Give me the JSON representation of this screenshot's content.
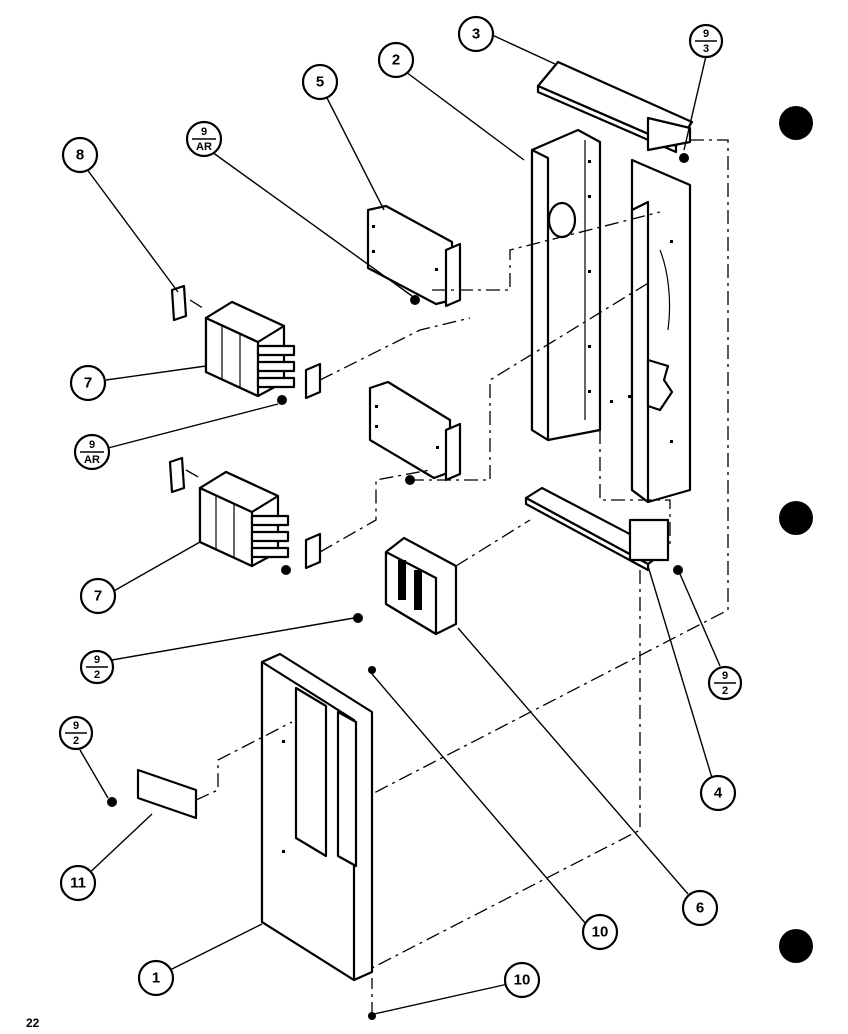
{
  "page_number": "22",
  "callouts": {
    "c1": "1",
    "c2": "2",
    "c3": "3",
    "c4": "4",
    "c5": "5",
    "c6": "6",
    "c7a": "7",
    "c7b": "7",
    "c8": "8",
    "c10a": "10",
    "c10b": "10",
    "c11": "11"
  },
  "fraction_callouts": {
    "f93": {
      "top": "9",
      "bottom": "3"
    },
    "f9ar_top": {
      "top": "9",
      "bottom": "AR"
    },
    "f9ar_mid": {
      "top": "9",
      "bottom": "AR"
    },
    "f92_right": {
      "top": "9",
      "bottom": "2"
    },
    "f92_mid": {
      "top": "9",
      "bottom": "2"
    },
    "f92_left": {
      "top": "9",
      "bottom": "2"
    }
  }
}
